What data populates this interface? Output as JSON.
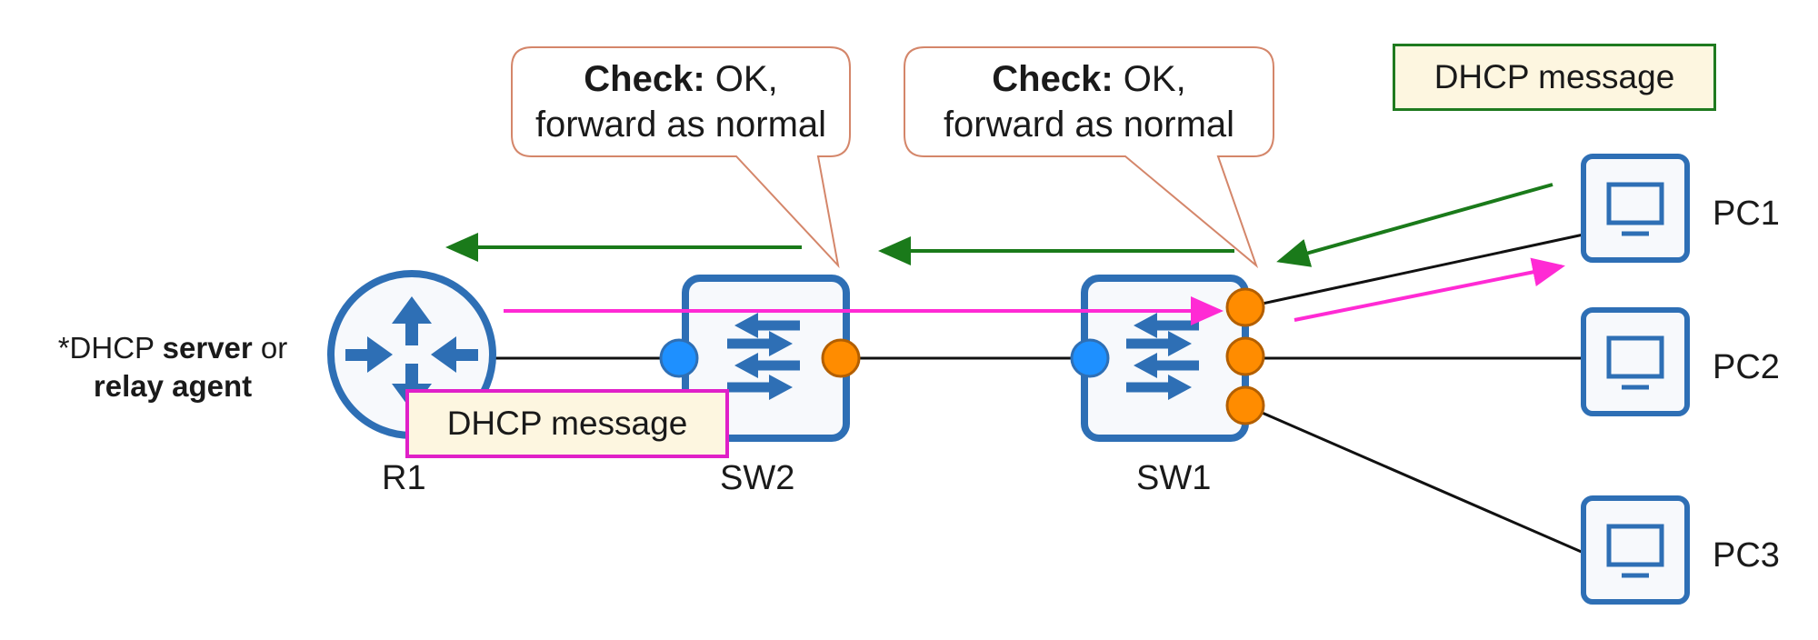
{
  "diagram": {
    "bubbles": [
      {
        "bold": "Check:",
        "rest": " OK,",
        "line2": "forward as normal"
      },
      {
        "bold": "Check:",
        "rest": " OK,",
        "line2": "forward as normal"
      }
    ],
    "messages": {
      "top_right": "DHCP message",
      "bottom_left": "DHCP message"
    },
    "server_note": {
      "prefix": "*DHCP ",
      "server": "server",
      "or": " or",
      "relay": "relay agent"
    },
    "devices": {
      "r1": "R1",
      "sw2": "SW2",
      "sw1": "SW1",
      "pc1": "PC1",
      "pc2": "PC2",
      "pc3": "PC3"
    },
    "colors": {
      "device_blue": "#2e6fb5",
      "device_fill": "#f7f9fc",
      "port_orange": "#ff8c00",
      "port_blue": "#1e90ff",
      "arrow_green": "#1a7a1a",
      "arrow_magenta": "#ff2ad4",
      "bubble_border": "#d4866a",
      "msg_bg": "#fdf6e0",
      "msg_green_border": "#1f7a1f",
      "msg_magenta_border": "#e020c8"
    }
  }
}
